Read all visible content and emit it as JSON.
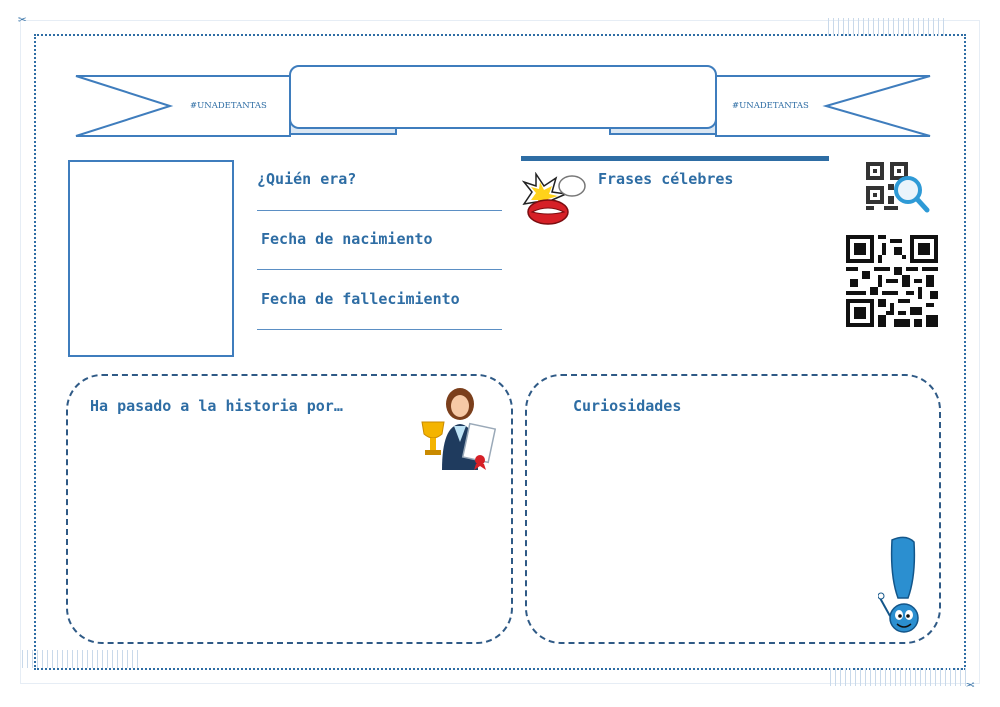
{
  "banner": {
    "left_tag": "#UNADETANTAS",
    "right_tag": "#UNADETANTAS",
    "title": ""
  },
  "info": {
    "who_label": "¿Quién era?",
    "birth_label": "Fecha de nacimiento",
    "death_label": "Fecha de fallecimiento"
  },
  "quotes": {
    "label": "Frases célebres"
  },
  "history": {
    "label": "Ha pasado a la historia por…"
  },
  "curiosities": {
    "label": "Curiosidades"
  },
  "colors": {
    "primary": "#2e6da4",
    "border_dark": "#2f5a86"
  },
  "icons": [
    "scissors-icon",
    "qr-scan-icon",
    "qr-code",
    "lips-speech-icon",
    "award-woman-icon",
    "exclamation-mascot-icon"
  ]
}
